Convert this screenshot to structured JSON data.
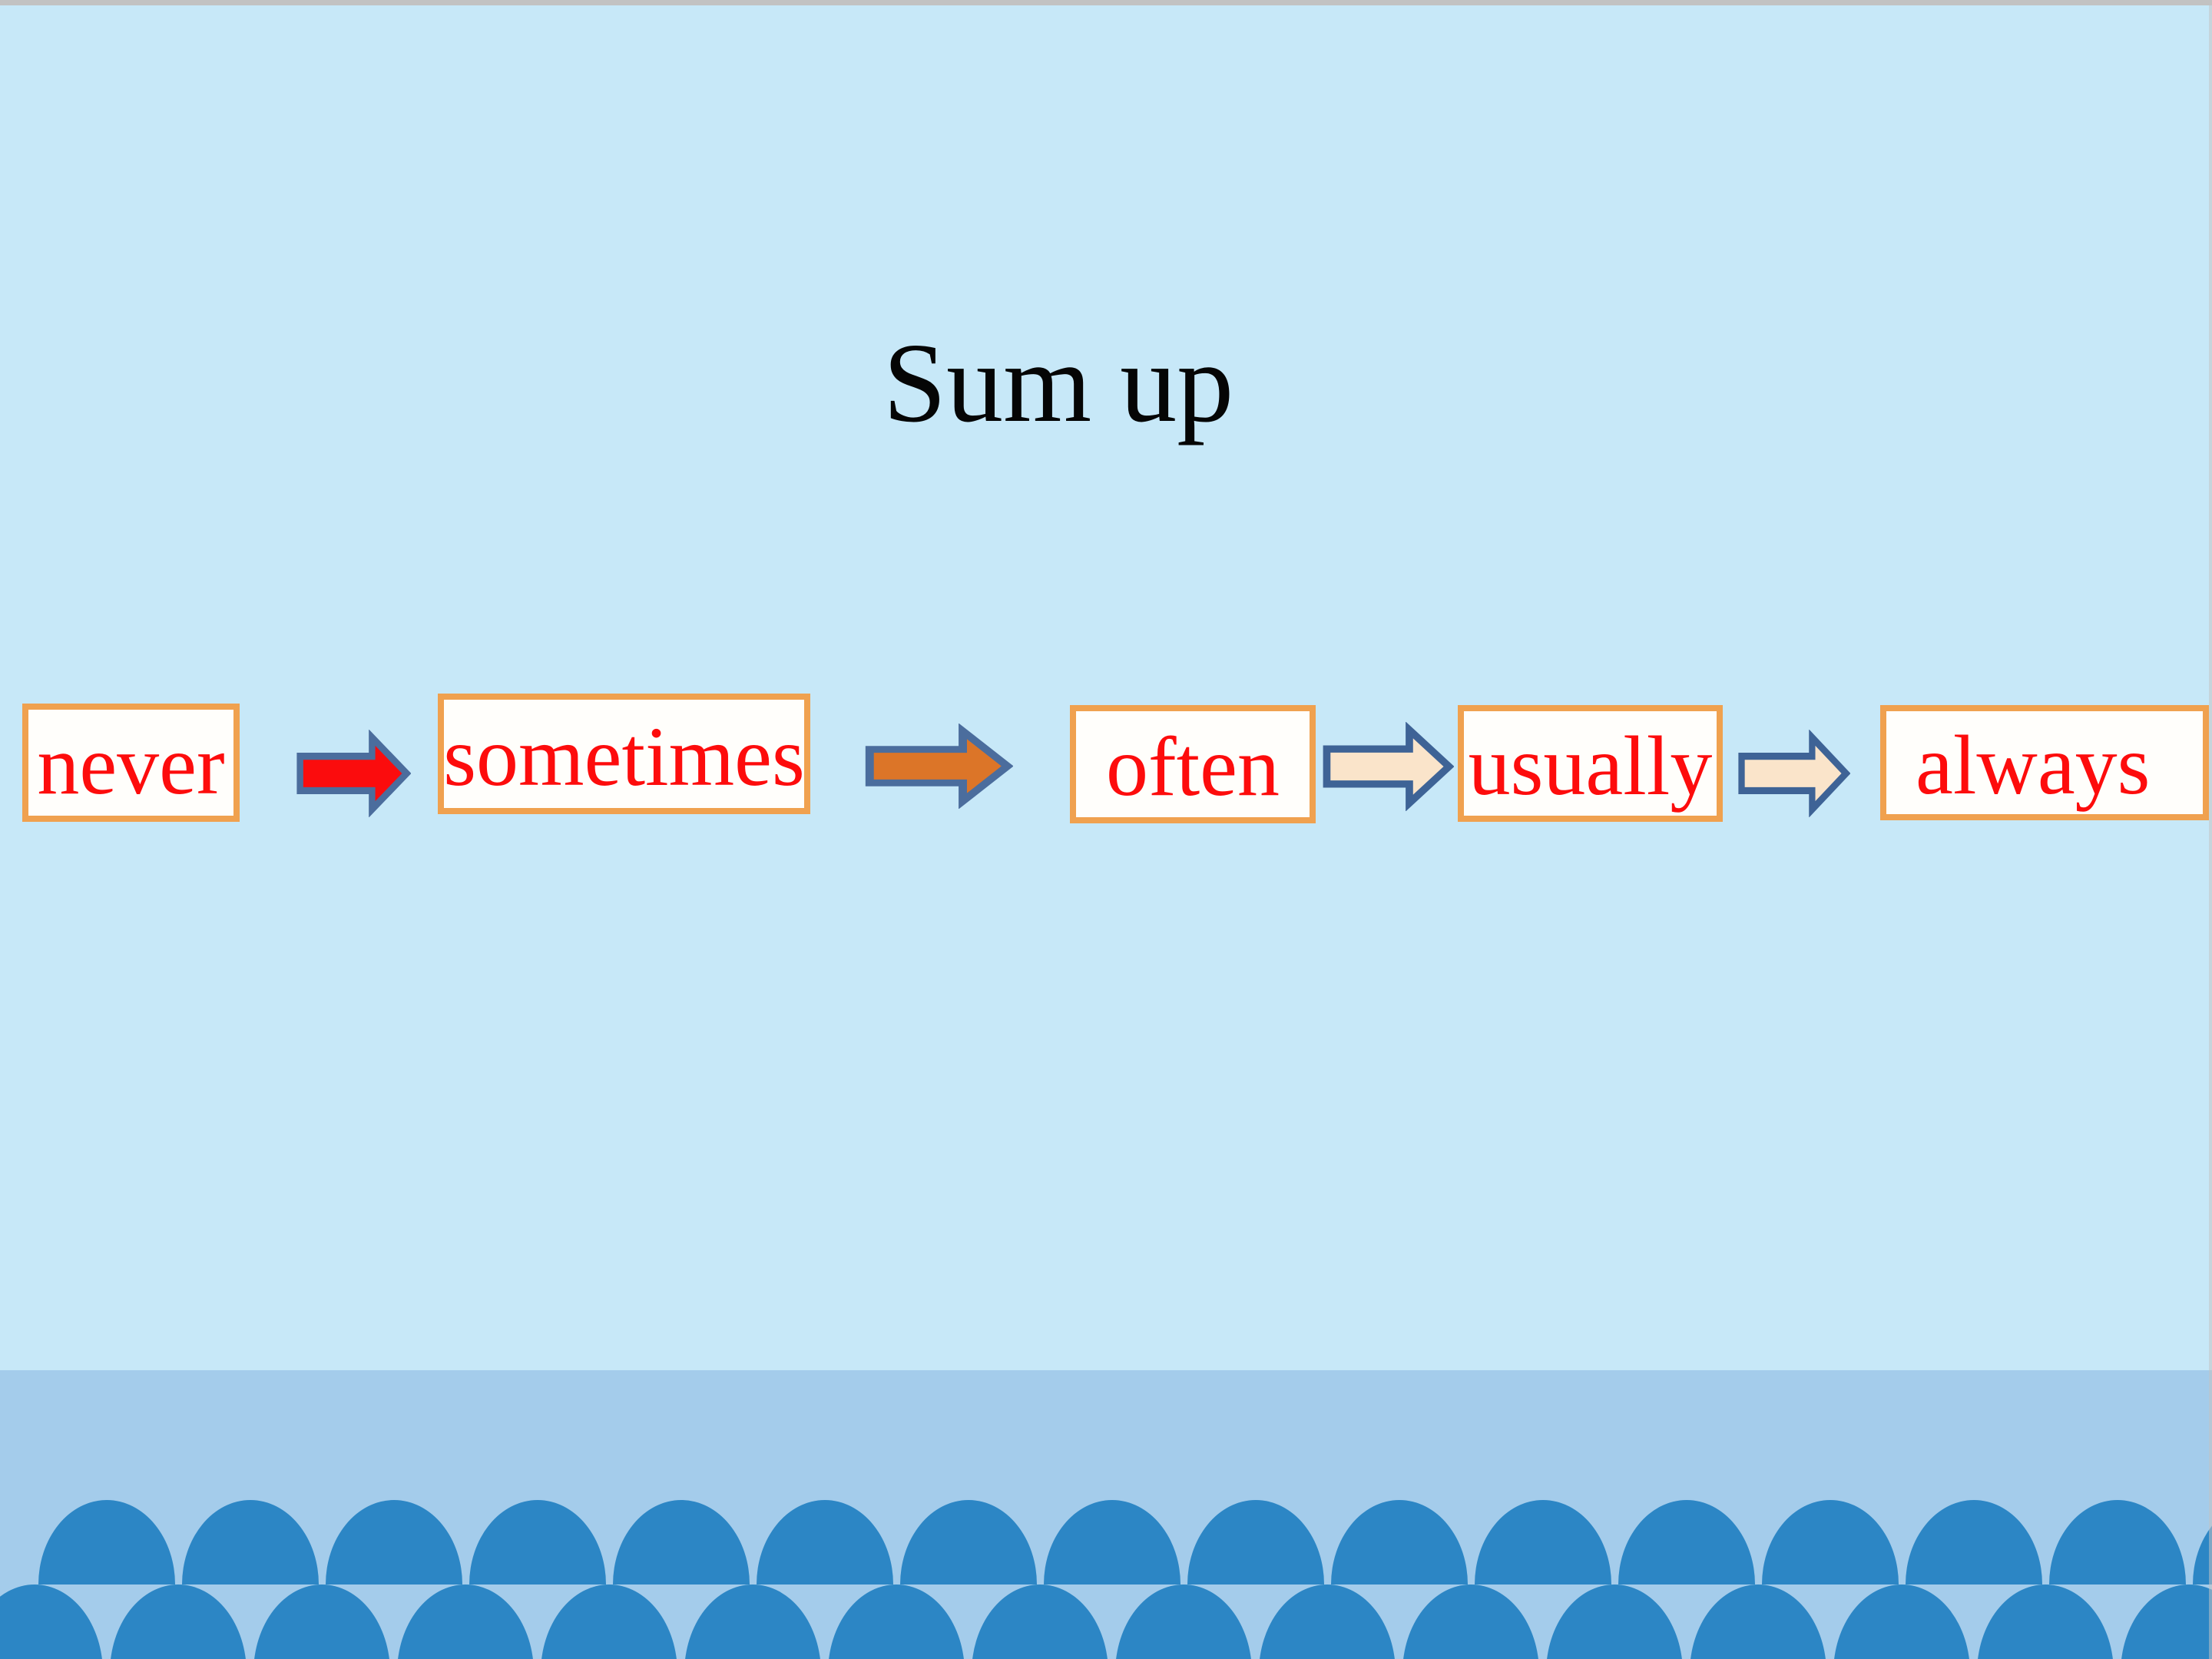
{
  "title": "Sum up",
  "sequence": {
    "items": [
      {
        "label": "never"
      },
      {
        "label": "sometimes"
      },
      {
        "label": "often"
      },
      {
        "label": "usually"
      },
      {
        "label": "always"
      }
    ],
    "arrows": [
      {
        "name": "red-arrow",
        "fill": "#fb0c0d",
        "outline": "#4b6d9d"
      },
      {
        "name": "orange-arrow",
        "fill": "#dc7528",
        "outline": "#4b6d9d"
      },
      {
        "name": "cream-arrow",
        "fill": "#fae4ca",
        "outline": "#3e6396"
      },
      {
        "name": "cream-arrow",
        "fill": "#fae4ca",
        "outline": "#3e6396"
      }
    ]
  },
  "colors": {
    "background": "#c7e8f8",
    "footer_band": "#a4cceb",
    "footer_dome": "#2c86c5",
    "box_border": "#f0a14f",
    "box_background": "#fffefb",
    "word_text": "#fd0c0c",
    "title_text": "#050505",
    "window_edge": "#c2c2c2"
  }
}
